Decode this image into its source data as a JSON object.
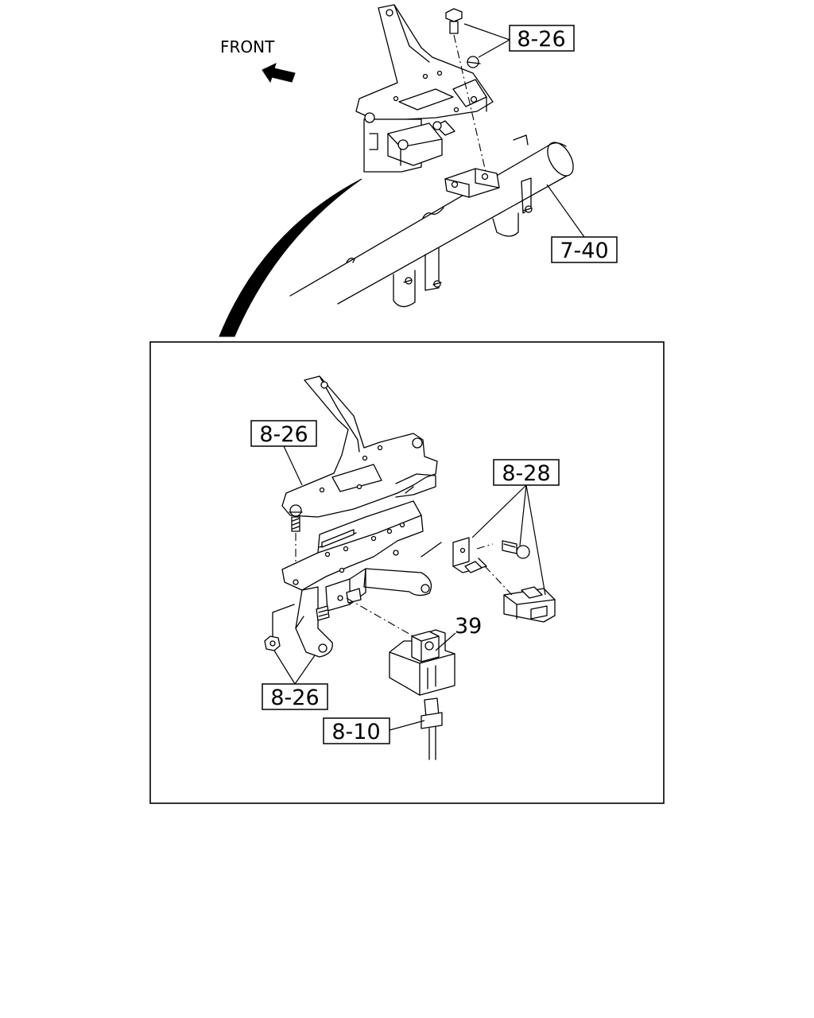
{
  "orientation": {
    "label": "FRONT"
  },
  "callouts": {
    "upper_bracket_bolt": "8-26",
    "steering_member": "7-40",
    "detail_bracket": "8-26",
    "detail_connector": "8-28",
    "detail_module": "39",
    "detail_nut": "8-26",
    "detail_harness": "8-10"
  }
}
